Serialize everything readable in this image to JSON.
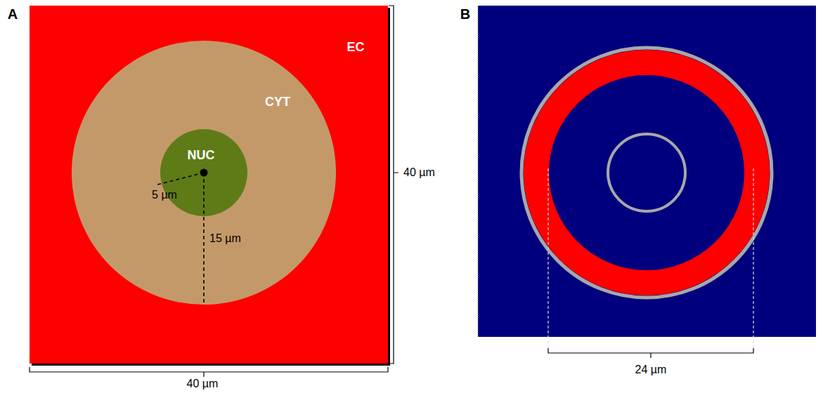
{
  "diagram": {
    "nodes": [
      {
        "text": [
          "EC"
        ]
      },
      {
        "text": [
          "CYT"
        ],
        "in": 0
      },
      {
        "text": [
          "NUC"
        ],
        "in": 1
      }
    ],
    "labels": [
      "A",
      "B",
      "5 µm",
      "15 µm",
      "40 µm",
      "40 µm",
      "24 µm"
    ]
  }
}
